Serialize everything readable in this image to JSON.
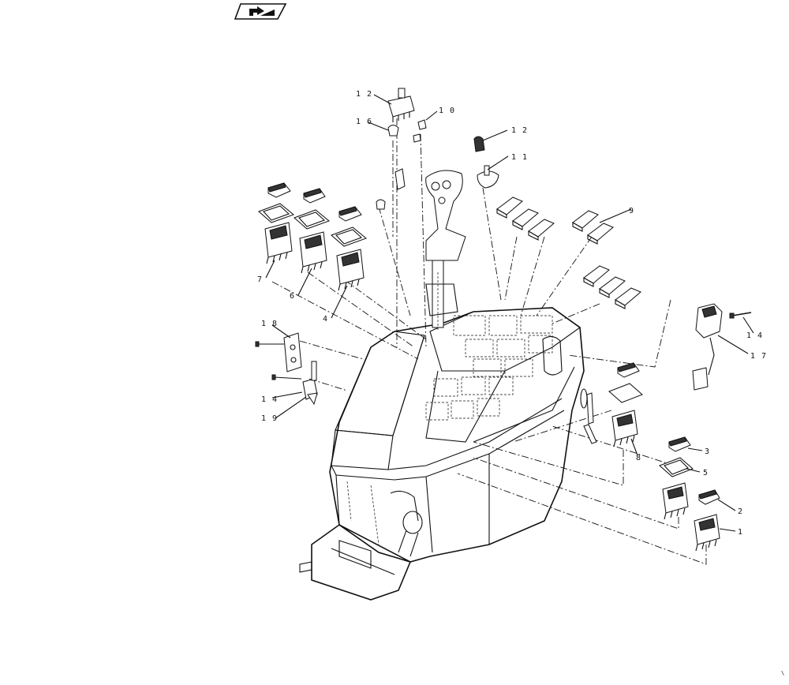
{
  "nav_icon": "page-turn-arrow-icon",
  "callouts": [
    {
      "id": "c12a",
      "text": "1 2"
    },
    {
      "id": "c10",
      "text": "1 0"
    },
    {
      "id": "c16",
      "text": "1 6"
    },
    {
      "id": "c12b",
      "text": "1 2"
    },
    {
      "id": "c11",
      "text": "1 1"
    },
    {
      "id": "c9",
      "text": "9"
    },
    {
      "id": "c7",
      "text": "7"
    },
    {
      "id": "c6",
      "text": "6"
    },
    {
      "id": "c4",
      "text": "4"
    },
    {
      "id": "c18",
      "text": "1 8"
    },
    {
      "id": "c14a",
      "text": "1 4"
    },
    {
      "id": "c19",
      "text": "1 9"
    },
    {
      "id": "c14b",
      "text": "1 4"
    },
    {
      "id": "c17",
      "text": "1 7"
    },
    {
      "id": "c8",
      "text": "8"
    },
    {
      "id": "c3",
      "text": "3"
    },
    {
      "id": "c5",
      "text": "5"
    },
    {
      "id": "c2",
      "text": "2"
    },
    {
      "id": "c1",
      "text": "1"
    }
  ]
}
